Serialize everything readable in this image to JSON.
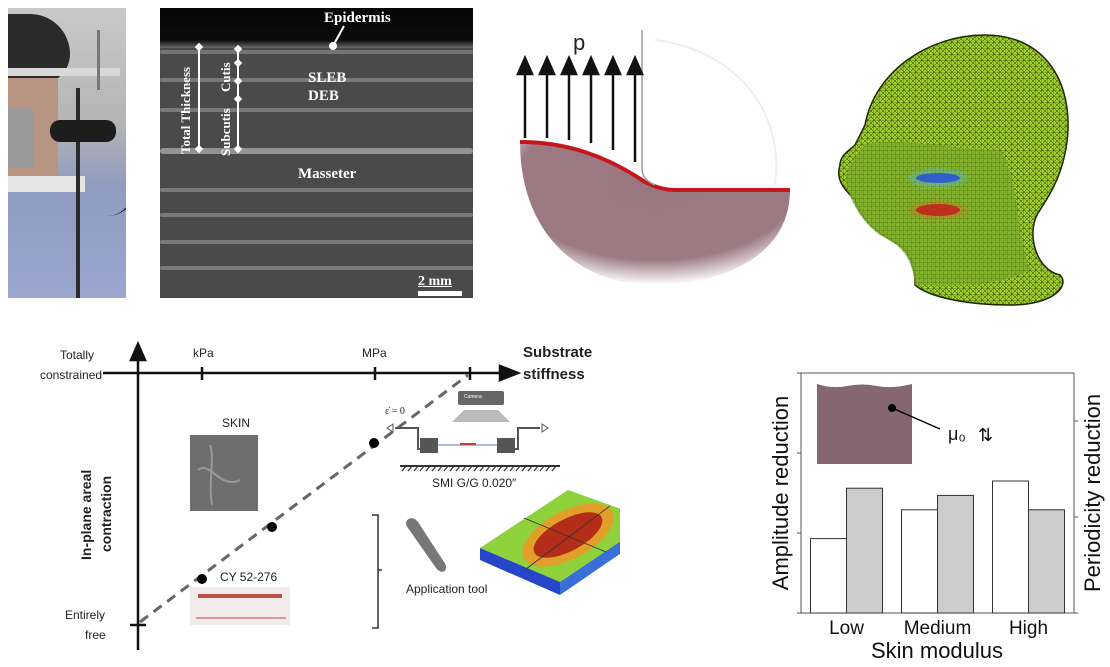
{
  "figure": {
    "panel_photo": {
      "description": "Subject with ultrasound probe fixture"
    },
    "panel_ultrasound": {
      "labels": {
        "epidermis": "Epidermis",
        "sleb": "SLEB",
        "deb": "DEB",
        "masseter": "Masseter",
        "total_thickness": "Total Thickness",
        "subcutis": "Subcutis",
        "cutis": "Cutis",
        "scale": "2 mm"
      }
    },
    "panel_pressure": {
      "pressure_label": "p",
      "arrow_count": 6
    },
    "panel_head": {
      "description": "3D finite element head mesh with blue and red regions on cheek"
    },
    "panel_stiffness": {
      "x_axis_label_line1": "Substrate",
      "x_axis_label_line2": "stiffness",
      "x_ticks": [
        "kPa",
        "MPa"
      ],
      "y_axis_label_line1": "In-plane areal",
      "y_axis_label_line2": "contraction",
      "y_top_line1": "Totally",
      "y_top_line2": "constrained",
      "y_bottom_line1": "Entirely",
      "y_bottom_line2": "free",
      "skin_label": "SKIN",
      "cy_label": "CY 52-276",
      "smi_label": "SMI G/G 0.020″",
      "camera_label": "Camera",
      "strain_label": "ε̇ = 0",
      "tool_label": "Application tool"
    }
  },
  "chart_data": {
    "type": "bar",
    "title": "",
    "xlabel": "Skin modulus",
    "ylabel": "Amplitude reduction",
    "y2label": "Periodicity reduction",
    "categories": [
      "Low",
      "Medium",
      "High"
    ],
    "series": [
      {
        "name": "Amplitude reduction",
        "fill": "#ffffff",
        "values": [
          0.31,
          0.43,
          0.55
        ]
      },
      {
        "name": "Periodicity reduction",
        "fill": "#cccccc",
        "values": [
          0.52,
          0.49,
          0.43
        ]
      }
    ],
    "ylim": [
      0,
      1
    ],
    "inset_label": "μ₀",
    "inset_arrows": "⇅",
    "inset_color": "#856671"
  }
}
